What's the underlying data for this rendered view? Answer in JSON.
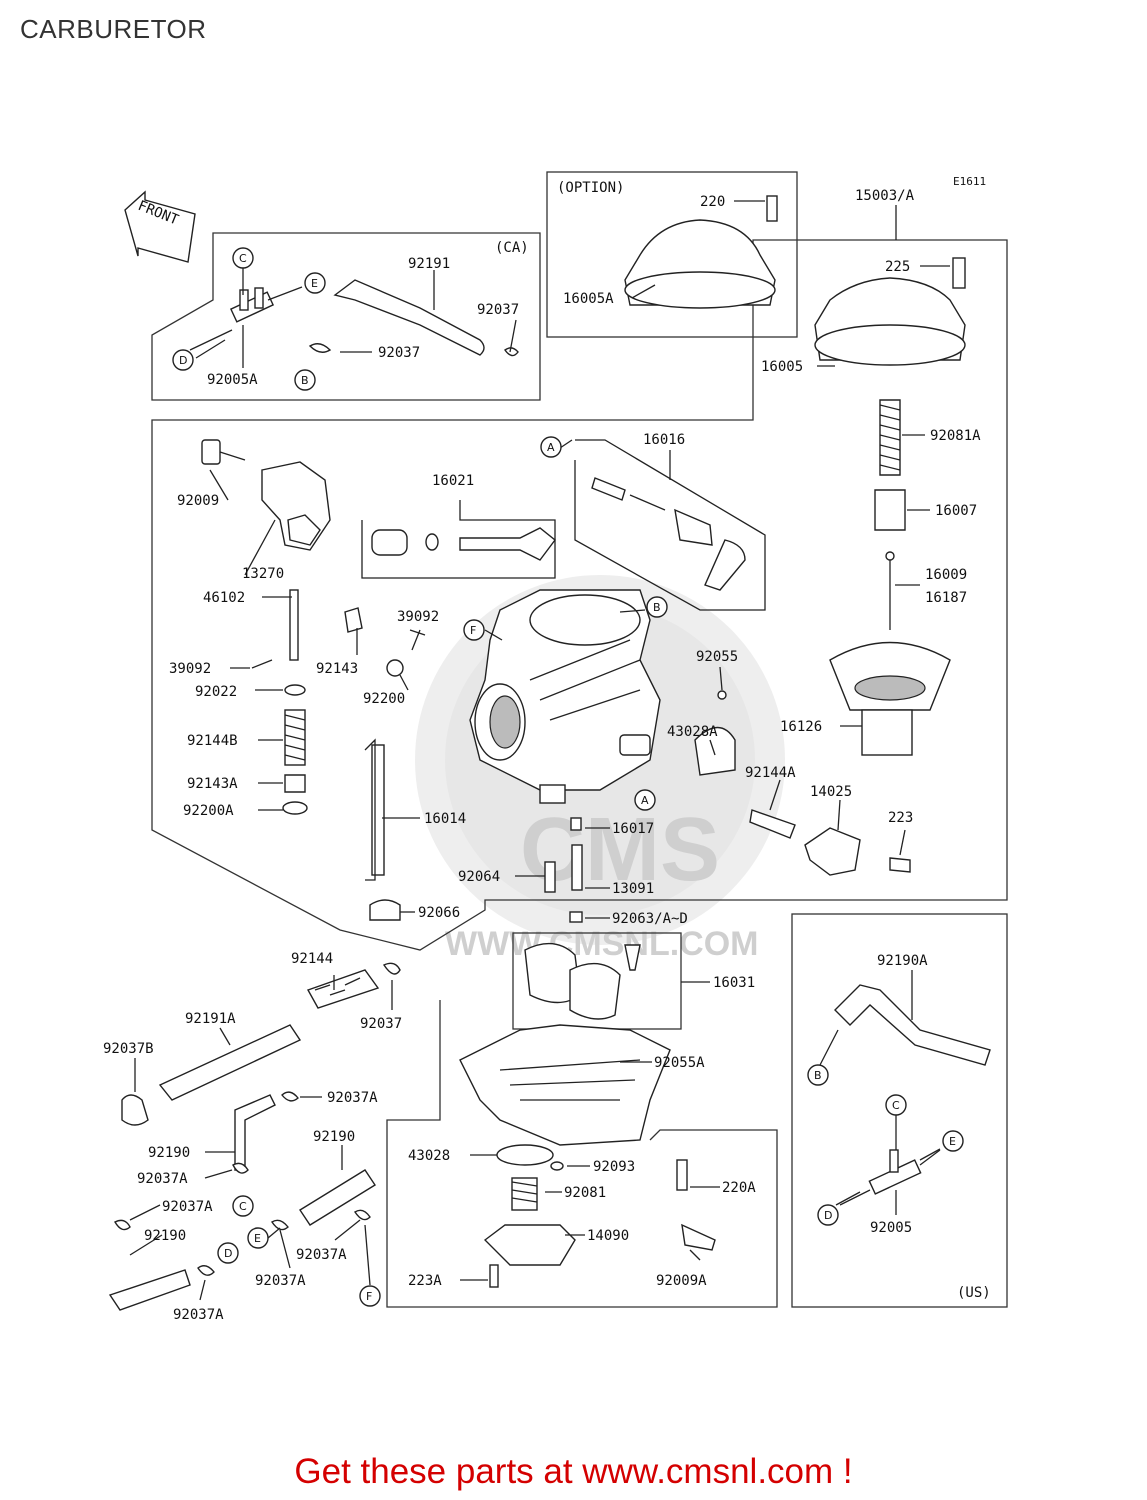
{
  "page": {
    "title": "CARBURETOR"
  },
  "diagram": {
    "code": "E1611",
    "front_label": "FRONT",
    "watermark": {
      "brand": "CMS",
      "url": "WWW.CMSNL.COM"
    },
    "groups": {
      "ca": "(CA)",
      "option": "(OPTION)",
      "us": "(US)"
    },
    "callouts": [
      "A",
      "B",
      "C",
      "D",
      "E",
      "F"
    ],
    "parts": [
      "92191",
      "92037",
      "92037",
      "92005A",
      "220",
      "16005A",
      "15003/A",
      "225",
      "16005",
      "92081A",
      "16007",
      "16009",
      "16187",
      "16126",
      "16016",
      "16021",
      "92009",
      "13270",
      "46102",
      "39092",
      "39092",
      "92143",
      "92200",
      "92022",
      "92144B",
      "92143A",
      "92200A",
      "16014",
      "92055",
      "43028A",
      "92144A",
      "14025",
      "223",
      "16017",
      "13091",
      "92064",
      "92066",
      "92063/A~D",
      "16031",
      "92144",
      "92037",
      "92191A",
      "92037B",
      "92037A",
      "92190",
      "92037A",
      "92190",
      "92037A",
      "92190",
      "92037A",
      "92037A",
      "92037A",
      "92055A",
      "43028",
      "92093",
      "92081",
      "220A",
      "14090",
      "223A",
      "92009A",
      "92190A",
      "92005"
    ]
  },
  "promo": {
    "text": "Get these parts at www.cmsnl.com !"
  },
  "colors": {
    "promo": "#d40000",
    "lines": "#222222"
  }
}
